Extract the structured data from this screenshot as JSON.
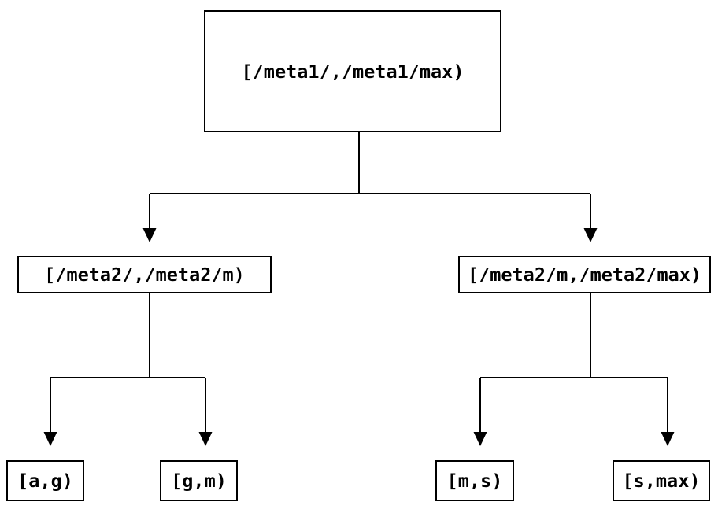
{
  "diagram": {
    "type": "tree",
    "colors": {
      "background": "#ffffff",
      "line": "#000000",
      "box_border": "#000000",
      "text": "#000000"
    },
    "nodes": {
      "root": {
        "label": "[/meta1/,/meta1/max)"
      },
      "left": {
        "label": "[/meta2/,/meta2/m)"
      },
      "right": {
        "label": "[/meta2/m,/meta2/max)"
      },
      "leaf_ag": {
        "label": "[a,g)"
      },
      "leaf_gm": {
        "label": "[g,m)"
      },
      "leaf_ms": {
        "label": "[m,s)"
      },
      "leaf_smax": {
        "label": "[s,max)"
      }
    },
    "edges": [
      {
        "from": "root",
        "to": "left"
      },
      {
        "from": "root",
        "to": "right"
      },
      {
        "from": "left",
        "to": "leaf_ag"
      },
      {
        "from": "left",
        "to": "leaf_gm"
      },
      {
        "from": "right",
        "to": "leaf_ms"
      },
      {
        "from": "right",
        "to": "leaf_smax"
      }
    ]
  }
}
